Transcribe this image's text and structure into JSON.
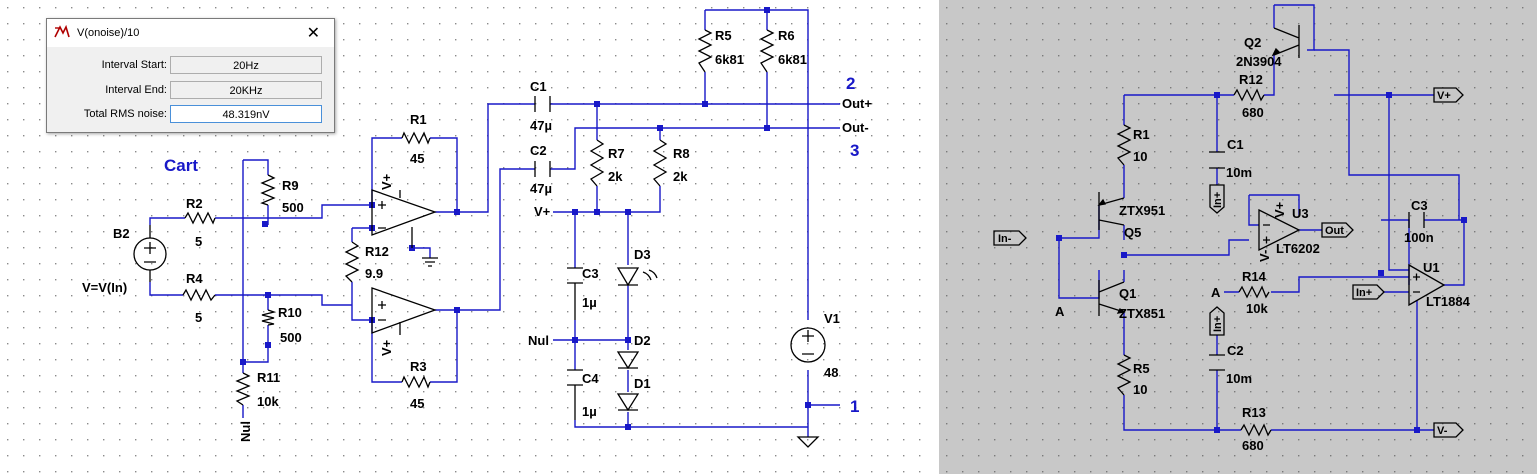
{
  "dialog": {
    "title": "V(onoise)/10",
    "close_glyph": "✕",
    "rows": [
      {
        "label": "Interval Start:",
        "value": "20Hz"
      },
      {
        "label": "Interval End:",
        "value": "20KHz"
      },
      {
        "label": "Total RMS noise:",
        "value": "48.319nV"
      }
    ]
  },
  "left_schematic": {
    "cart_label": "Cart",
    "source_b2": {
      "name": "B2",
      "value": "V=V(In)"
    },
    "resistors": [
      {
        "name": "R1",
        "value": "45"
      },
      {
        "name": "R2",
        "value": "5"
      },
      {
        "name": "R3",
        "value": "45"
      },
      {
        "name": "R4",
        "value": "5"
      },
      {
        "name": "R5",
        "value": "6k81"
      },
      {
        "name": "R6",
        "value": "6k81"
      },
      {
        "name": "R7",
        "value": "2k"
      },
      {
        "name": "R8",
        "value": "2k"
      },
      {
        "name": "R9",
        "value": "500"
      },
      {
        "name": "R10",
        "value": "500"
      },
      {
        "name": "R11",
        "value": "10k"
      },
      {
        "name": "R12",
        "value": "9.9"
      }
    ],
    "capacitors": [
      {
        "name": "C1",
        "value": "47µ"
      },
      {
        "name": "C2",
        "value": "47µ"
      },
      {
        "name": "C3",
        "value": "1µ"
      },
      {
        "name": "C4",
        "value": "1µ"
      }
    ],
    "diodes": [
      "D3",
      "D2",
      "D1"
    ],
    "source_v1": {
      "name": "V1",
      "value": "48"
    },
    "net_labels": {
      "vplus": "V+",
      "nul": "Nul",
      "out_plus": "Out+",
      "out_minus": "Out-",
      "opamp_supply": "V+"
    },
    "port_numbers": {
      "p1": "1",
      "p2": "2",
      "p3": "3"
    }
  },
  "right_schematic": {
    "transistors": [
      {
        "name": "Q2",
        "model": "2N3904"
      },
      {
        "name": "Q5",
        "model": "ZTX951"
      },
      {
        "name": "Q1",
        "model": "ZTX851"
      }
    ],
    "resistors": [
      {
        "name": "R12",
        "value": "680"
      },
      {
        "name": "R1",
        "value": "10"
      },
      {
        "name": "R5",
        "value": "10"
      },
      {
        "name": "R14",
        "value": "10k"
      },
      {
        "name": "R13",
        "value": "680"
      }
    ],
    "capacitors": [
      {
        "name": "C1",
        "value": "10m"
      },
      {
        "name": "C2",
        "value": "10m"
      },
      {
        "name": "C3",
        "value": "100n"
      }
    ],
    "opamps": [
      {
        "name": "U3",
        "model": "LT6202"
      },
      {
        "name": "U1",
        "model": "LT1884"
      }
    ],
    "ports": {
      "in_minus": "In-",
      "in_plus": "In+",
      "out": "Out",
      "vplus": "V+",
      "vminus": "V-"
    },
    "net_labels": {
      "a_left": "A",
      "a_r14": "A",
      "in_plus_c1": "In+",
      "in_plus_c2": "In+",
      "opamp_vplus": "V+",
      "opamp_vminus": "V-"
    }
  }
}
